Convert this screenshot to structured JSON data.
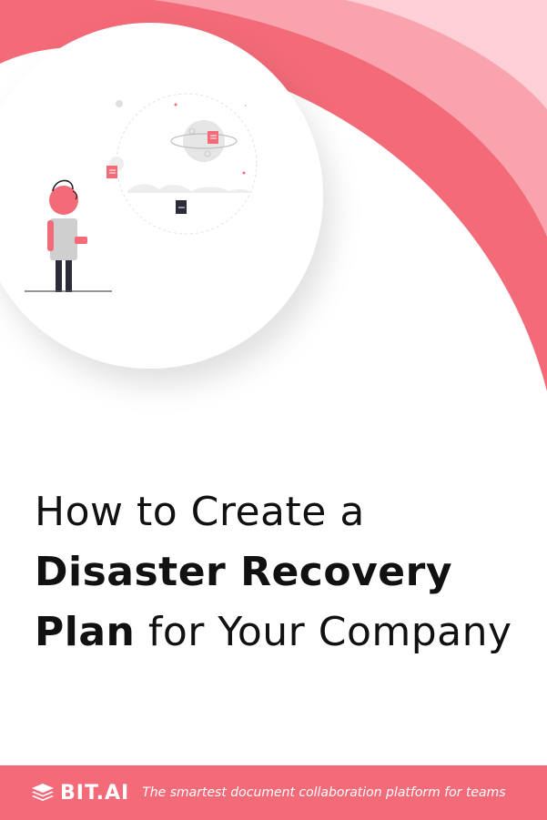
{
  "headline": {
    "line1": "How to Create a",
    "line2_bold": "Disaster Recovery",
    "line3_bold": "Plan",
    "line3_light": " for Your Company"
  },
  "footer": {
    "logo_text": "BIT.AI",
    "tagline": "The smartest document collaboration platform for teams"
  },
  "colors": {
    "accent": "#f36a78",
    "accent_light": "#f9a3ae",
    "accent_lighter": "#fcd0d6",
    "text": "#111111"
  },
  "icons": {
    "hero": "person-looking-at-floating-documents-illustration",
    "logo": "stacked-layers-icon"
  }
}
